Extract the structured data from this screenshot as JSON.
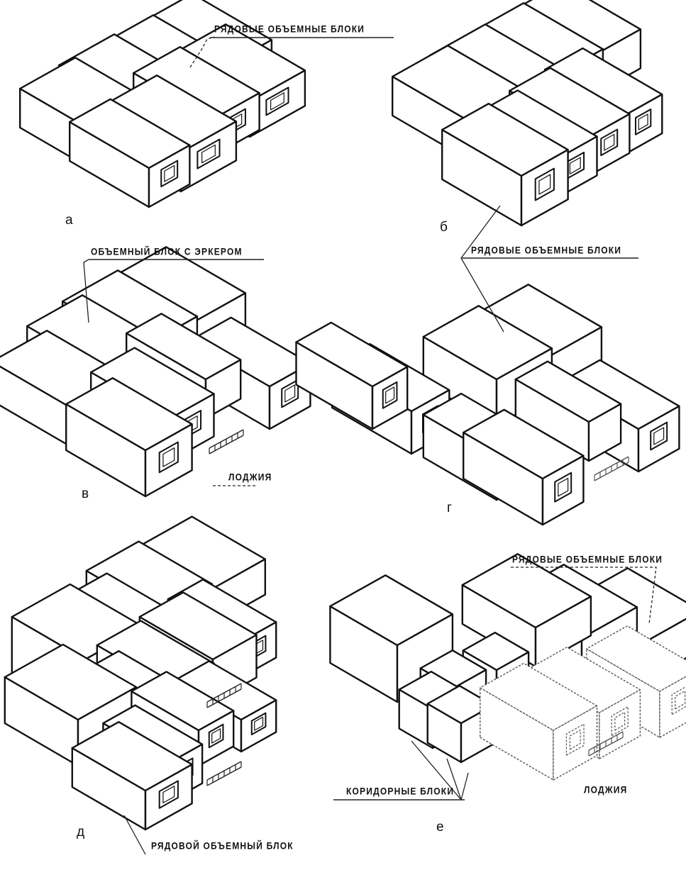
{
  "figure": {
    "panels": [
      {
        "id": "a",
        "letter": "а"
      },
      {
        "id": "b",
        "letter": "б"
      },
      {
        "id": "v",
        "letter": "в"
      },
      {
        "id": "g",
        "letter": "г"
      },
      {
        "id": "d",
        "letter": "д"
      },
      {
        "id": "e",
        "letter": "е"
      }
    ],
    "labels": {
      "a_row_blocks": "РЯДОВЫЕ ОБЪЕМНЫЕ БЛОКИ",
      "v_bay_block": "ОБЪЕМНЫЙ БЛОК С ЭРКЕРОМ",
      "bg_row_blocks": "РЯДОВЫЕ ОБЪЕМНЫЕ БЛОКИ",
      "v_loggia": "ЛОДЖИЯ",
      "e_row_blocks": "РЯДОВЫЕ ОБЪЕМНЫЕ БЛОКИ",
      "e_corridor_blocks": "КОРИДОРНЫЕ БЛОКИ",
      "e_loggia": "ЛОДЖИЯ",
      "d_row_block": "РЯДОВОЙ ОБЪЕМНЫЙ БЛОК"
    }
  }
}
